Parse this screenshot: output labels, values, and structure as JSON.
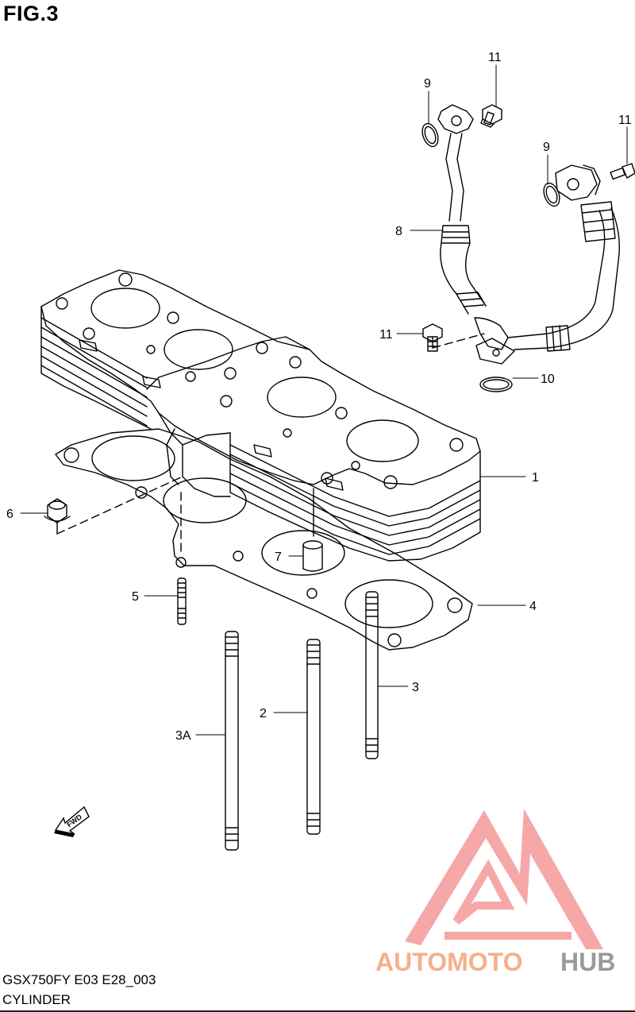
{
  "figure_title": "FIG.3",
  "model_code": "GSX750FY E03 E28_003",
  "section_name": "CYLINDER",
  "fwd_label": "FWD",
  "watermark": {
    "text_part1": "AUTOMOTO",
    "text_part2": "HUB",
    "accent_color": "#f08a8a",
    "text_color_1": "#f5b08a",
    "text_color_2": "#9a9a9a"
  },
  "callouts": {
    "c1": "1",
    "c2": "2",
    "c3": "3",
    "c3a": "3A",
    "c4": "4",
    "c5": "5",
    "c6": "6",
    "c7": "7",
    "c8": "8",
    "c9a": "9",
    "c9b": "9",
    "c10": "10",
    "c11a": "11",
    "c11b": "11",
    "c11c": "11"
  }
}
